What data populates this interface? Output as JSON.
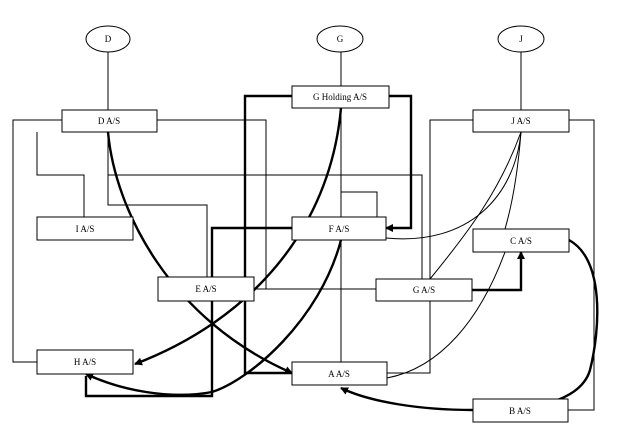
{
  "owners": [
    {
      "id": "D",
      "label": "D"
    },
    {
      "id": "G",
      "label": "G"
    },
    {
      "id": "J",
      "label": "J"
    }
  ],
  "entities": [
    {
      "id": "GHolding",
      "label": "G Holding A/S"
    },
    {
      "id": "DAS",
      "label": "D A/S"
    },
    {
      "id": "JAS",
      "label": "J A/S"
    },
    {
      "id": "IAS",
      "label": "I A/S"
    },
    {
      "id": "FAS",
      "label": "F A/S"
    },
    {
      "id": "CAS",
      "label": "C A/S"
    },
    {
      "id": "EAS",
      "label": "E A/S"
    },
    {
      "id": "GAS",
      "label": "G A/S"
    },
    {
      "id": "HAS",
      "label": "H A/S"
    },
    {
      "id": "AAS",
      "label": "A A/S"
    },
    {
      "id": "BAS",
      "label": "B A/S"
    }
  ],
  "colors": {
    "line": "#000000",
    "background": "#ffffff"
  }
}
